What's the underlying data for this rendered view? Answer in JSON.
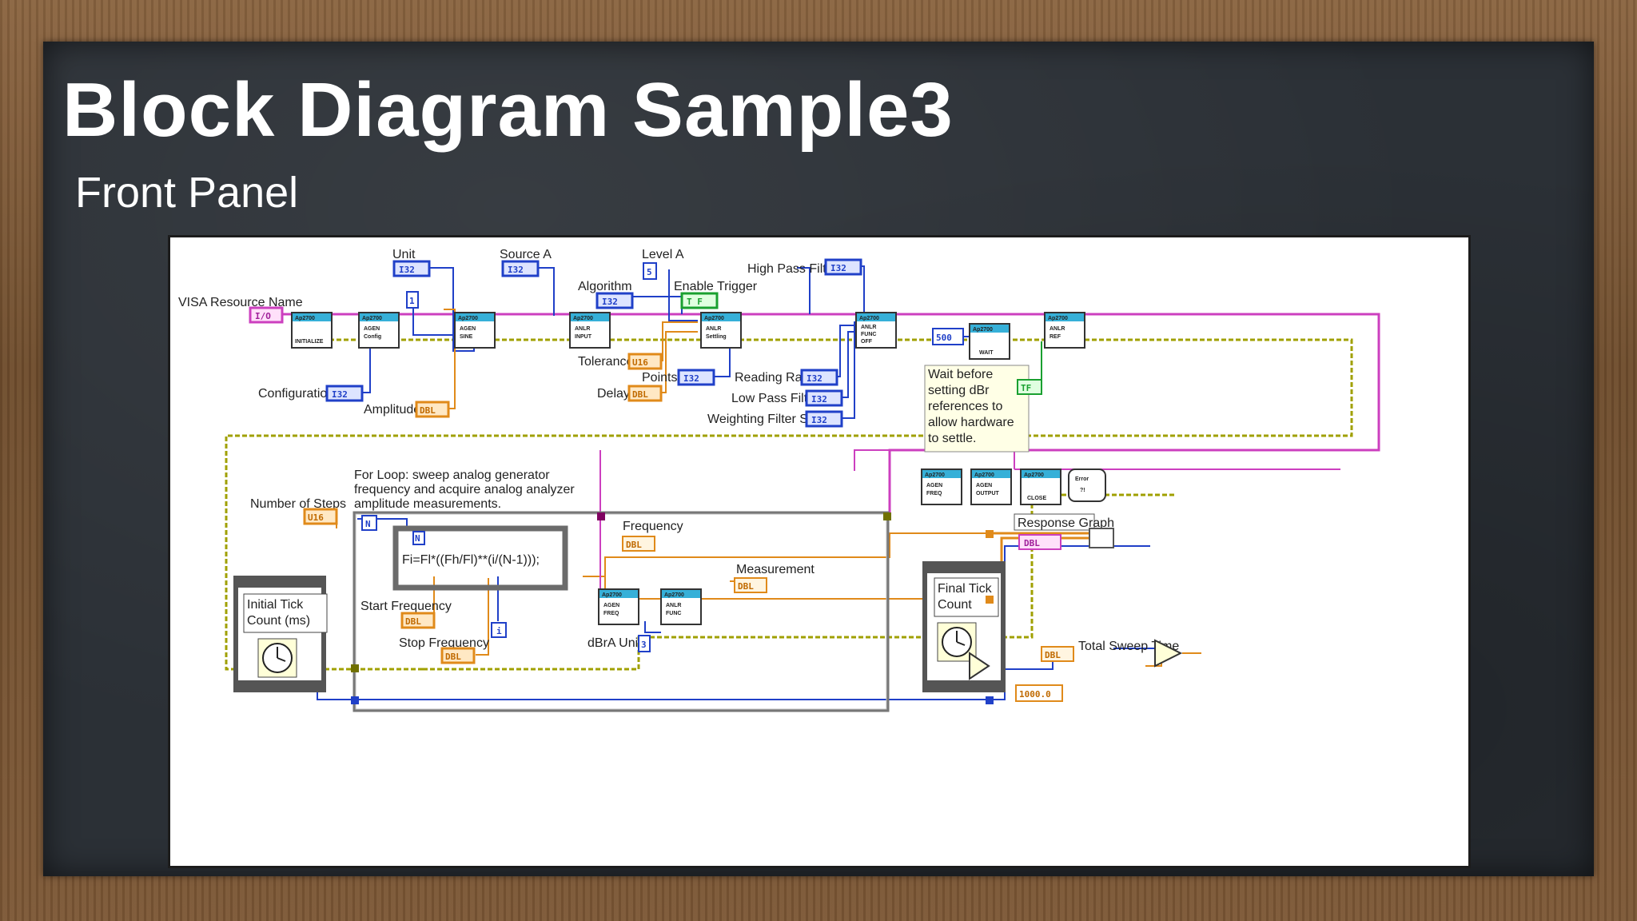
{
  "slide": {
    "title": "Block Diagram Sample3",
    "subtitle": "Front Panel"
  },
  "diagram": {
    "labels": {
      "unit": "Unit",
      "source_a": "Source A",
      "level_a": "Level A",
      "algorithm": "Algorithm",
      "enable_trigger": "Enable Trigger",
      "high_pass_filter": "High Pass Filter",
      "visa_resource_name": "VISA Resource Name",
      "configuration": "Configuration",
      "amplitude": "Amplitude",
      "tolerance": "Tolerance",
      "points": "Points",
      "delay": "Delay",
      "reading_rate": "Reading Rate",
      "low_pass_filter": "Low Pass Filter",
      "weighting_filter_slot": "Weighting Filter Slot",
      "number_of_steps": "Number of Steps",
      "frequency": "Frequency",
      "measurement": "Measurement",
      "start_frequency": "Start Frequency",
      "stop_frequency": "Stop Frequency",
      "dbra_unit": "dBrA Unit",
      "response_graph": "Response Graph",
      "total_sweep_time": "Total Sweep Time"
    },
    "comment_loop": [
      "For Loop: sweep analog generator",
      "frequency and acquire analog analyzer",
      "amplitude measurements."
    ],
    "comment_wait": [
      "Wait before",
      "setting dBr",
      "references to",
      "allow hardware",
      "to settle."
    ],
    "formula": "Fi=Fl*((Fh/Fl)**(i/(N-1)));",
    "initial_tick": [
      "Initial Tick",
      "Count (ms)"
    ],
    "final_tick": [
      "Final Tick",
      "Count"
    ],
    "constants": {
      "unit_index": "1",
      "level": "5",
      "wait_ms": "500",
      "divisor": "1000.0",
      "dbra": "3",
      "bool_true": "T F",
      "bool_tf": "TF",
      "loop_n": "N",
      "loop_n_small": "N",
      "loop_i": "i"
    },
    "type_tags": {
      "i32": "I32",
      "io": "I/O",
      "dbl": "DBL",
      "u16": "U16"
    },
    "nodes": {
      "init": [
        "INITIALIZE"
      ],
      "agen_config": [
        "AGEN",
        "Config"
      ],
      "agen_sine": [
        "AGEN",
        "SINE"
      ],
      "anlr_input": [
        "ANLR",
        "INPUT"
      ],
      "anlr_settling": [
        "ANLR",
        "Settling"
      ],
      "anlr_func": [
        "ANLR",
        "FUNC",
        "OFF"
      ],
      "wait": [
        "WAIT"
      ],
      "anlr_ref": [
        "ANLR",
        "REF"
      ],
      "agen_freq_top": [
        "AGEN",
        "FREQ"
      ],
      "agen_output": [
        "AGEN",
        "OUTPUT"
      ],
      "close": [
        "CLOSE"
      ],
      "error": [
        "Error",
        "?!"
      ],
      "agen_freq": [
        "AGEN",
        "FREQ"
      ],
      "anlr_func_loop": [
        "ANLR",
        "FUNC"
      ]
    },
    "icon_header": "Ap2700"
  }
}
